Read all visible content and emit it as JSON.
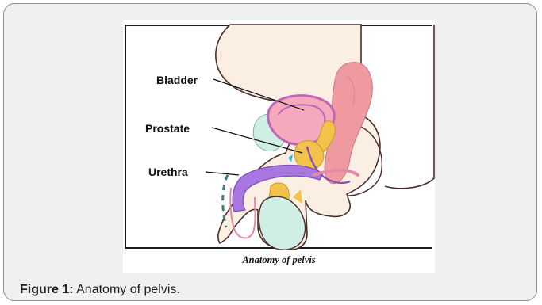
{
  "diagram": {
    "labels": {
      "bladder": "Bladder",
      "prostate": "Prostate",
      "urethra": "Urethra"
    },
    "panel_caption": "Anatomy of pelvis",
    "colors": {
      "bladder": "#f4a9bd",
      "bladder_outline": "#c066b8",
      "rectum": "#ee9aa0",
      "prostate": "#f2c24a",
      "urethra": "#a877e0",
      "pubic_bone": "#cfeee4",
      "skin_outline": "#4a2c2c",
      "body_fill": "#fbeee2"
    }
  },
  "caption": {
    "label": "Figure 1:",
    "text": " Anatomy of pelvis."
  }
}
